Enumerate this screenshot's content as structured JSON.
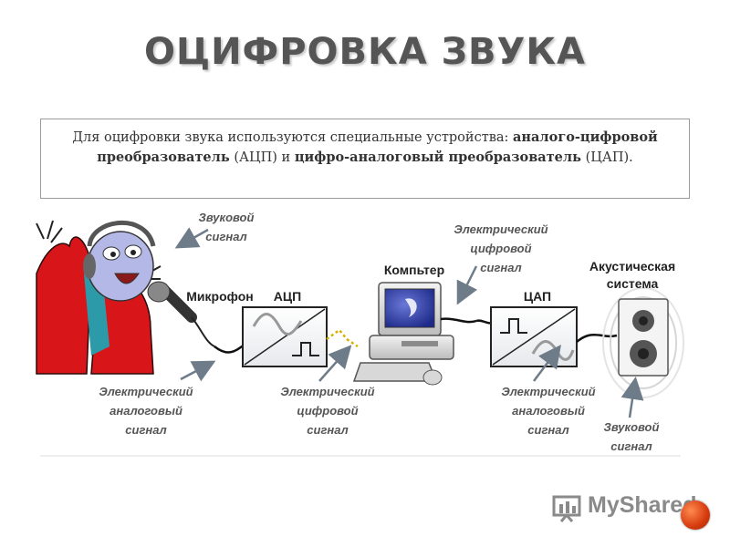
{
  "title": "ОЦИФРОВКА ЗВУКА",
  "intro": {
    "t1": "Для оцифровки звука используются специальные устройства: ",
    "b1": "аналого-цифровой преобразователь",
    "t2": " (АЦП) и ",
    "b2": "цифро-аналоговый преобразователь",
    "t3": " (ЦАП)."
  },
  "labels": {
    "sound_signal_top": [
      "Звуковой",
      "сигнал"
    ],
    "microphone": "Микрофон",
    "adc": "АЦП",
    "computer": "Компьтер",
    "digital_signal_top": [
      "Электрический",
      "цифровой",
      "сигнал"
    ],
    "dac": "ЦАП",
    "acoustic_system": [
      "Акустическая",
      "система"
    ],
    "analog_signal_left": [
      "Электрический",
      "аналоговый",
      "сигнал"
    ],
    "digital_signal_bottom": [
      "Электрический",
      "цифровой",
      "сигнал"
    ],
    "analog_signal_right": [
      "Электрический",
      "аналоговый",
      "сигнал"
    ],
    "sound_signal_bottom": [
      "Звуковой",
      "сигнал"
    ]
  },
  "logo": {
    "text": "MyShared"
  },
  "colors": {
    "title": "#555555",
    "box_border": "#9a9a9a",
    "arrow": "#6e7c8a",
    "logo_button": "#e0501f"
  }
}
